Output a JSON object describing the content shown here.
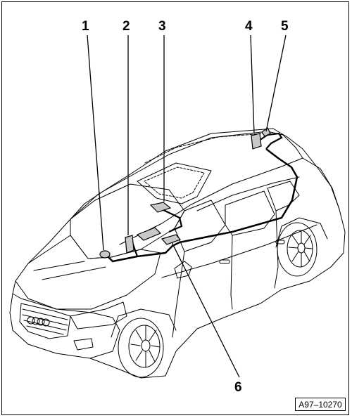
{
  "callouts": [
    {
      "id": "1",
      "label": "1"
    },
    {
      "id": "2",
      "label": "2"
    },
    {
      "id": "3",
      "label": "3"
    },
    {
      "id": "4",
      "label": "4"
    },
    {
      "id": "5",
      "label": "5"
    },
    {
      "id": "6",
      "label": "6"
    }
  ],
  "figure_ref": "A97–10270",
  "colors": {
    "line": "#000000",
    "paper": "#ffffff",
    "component_fill": "#c8c8c8"
  }
}
